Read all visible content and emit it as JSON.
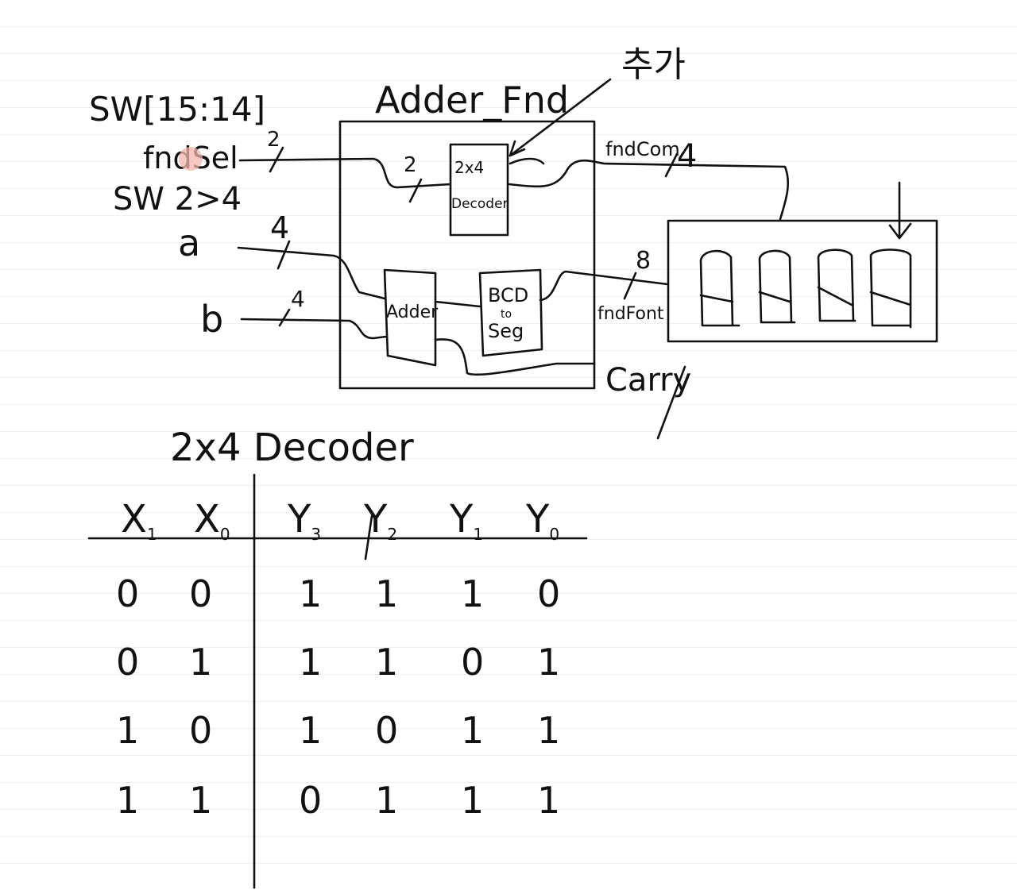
{
  "diagram": {
    "inputs": {
      "sw_range": "SW[15:14]",
      "fndsel": "fndSel",
      "sw_bits": "SW 2>4",
      "a": "a",
      "b": "b"
    },
    "block": {
      "title": "Adder_Fnd",
      "annotation": "추가",
      "decoder": {
        "line1": "2x4",
        "line2": "Decoder"
      },
      "adder": "Adder",
      "bcd": {
        "line1": "BCD",
        "line2": "to",
        "line3": "Seg"
      }
    },
    "buses": {
      "fndsel_width": "2",
      "decoder_in_width": "2",
      "a_width": "4",
      "b_width": "4",
      "fndcom_width": "4",
      "fndfont_width": "8"
    },
    "outputs": {
      "fndcom": "fndCom",
      "fndfont": "fndFont",
      "carry": "Carry"
    }
  },
  "truth_table": {
    "title": "2x4 Decoder",
    "headers": [
      {
        "main": "X",
        "sub": "1"
      },
      {
        "main": "X",
        "sub": "0"
      },
      {
        "main": "Y",
        "sub": "3"
      },
      {
        "main": "Y",
        "sub": "2"
      },
      {
        "main": "Y",
        "sub": "1"
      },
      {
        "main": "Y",
        "sub": "0"
      }
    ],
    "rows": [
      [
        "0",
        "0",
        "1",
        "1",
        "1",
        "0"
      ],
      [
        "0",
        "1",
        "1",
        "1",
        "0",
        "1"
      ],
      [
        "1",
        "0",
        "1",
        "0",
        "1",
        "1"
      ],
      [
        "1",
        "1",
        "0",
        "1",
        "1",
        "1"
      ]
    ]
  }
}
